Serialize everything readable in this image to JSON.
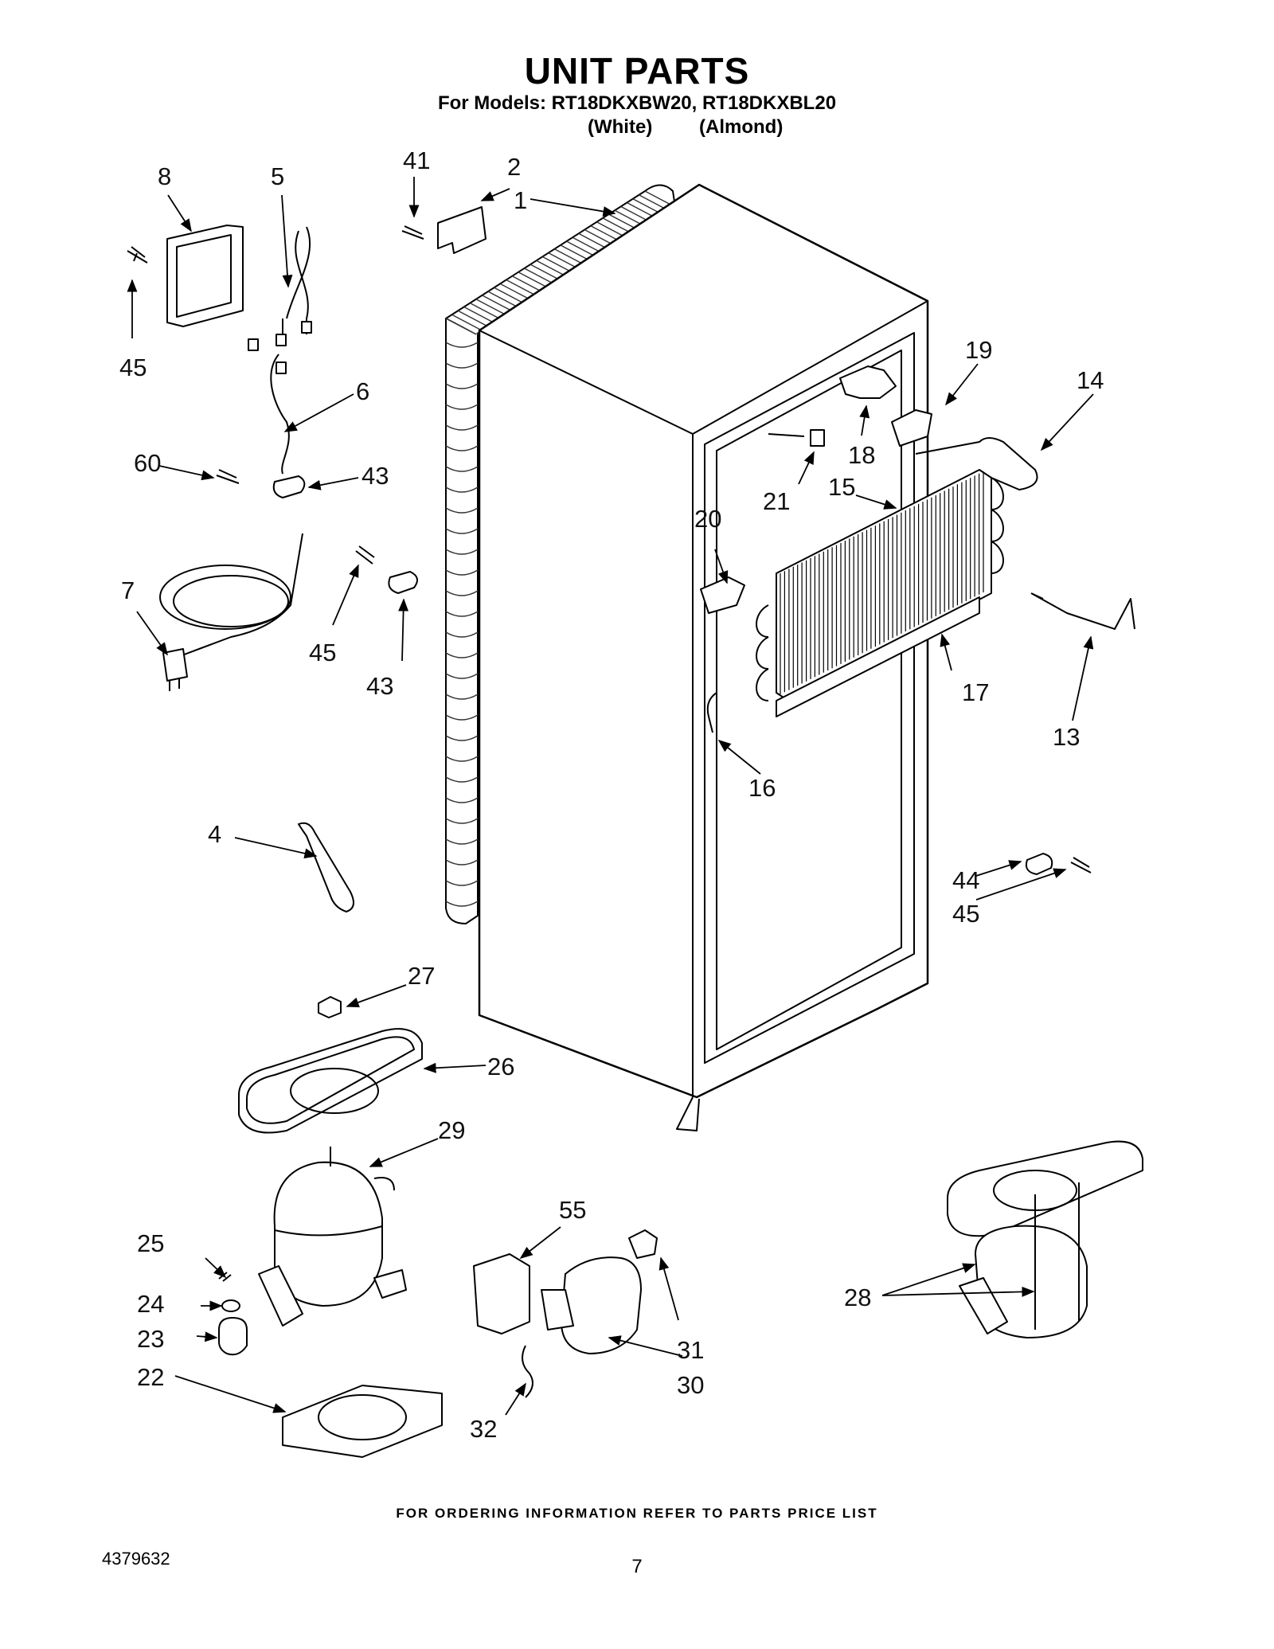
{
  "header": {
    "title": "UNIT PARTS",
    "models_line": "For Models: RT18DKXBW20, RT18DKXBL20",
    "color_white": "(White)",
    "color_almond": "(Almond)"
  },
  "callouts": [
    "1",
    "2",
    "4",
    "5",
    "6",
    "7",
    "8",
    "13",
    "14",
    "15",
    "16",
    "17",
    "18",
    "19",
    "20",
    "21",
    "22",
    "23",
    "24",
    "25",
    "26",
    "27",
    "28",
    "29",
    "30",
    "31",
    "32",
    "41",
    "43",
    "44",
    "45",
    "55",
    "60"
  ],
  "footer": {
    "ordering_note": "FOR ORDERING INFORMATION REFER TO PARTS PRICE LIST",
    "doc_number": "4379632",
    "page_number": "7"
  }
}
